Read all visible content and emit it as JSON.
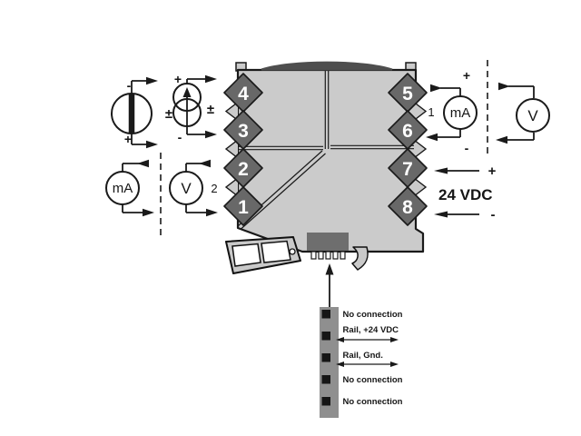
{
  "module": {
    "terminals_left": [
      "4",
      "3",
      "2",
      "1"
    ],
    "terminals_right": [
      "5",
      "6",
      "7",
      "8"
    ]
  },
  "sources": {
    "voltage_minus": "-",
    "voltage_plus": "+",
    "voltage_range": "±",
    "current_plus": "+",
    "current_minus": "-",
    "current_range": "±"
  },
  "inputs": {
    "ma_meter": "mA",
    "v_meter": "V",
    "channel": "2"
  },
  "outputs": {
    "ma_meter": "mA",
    "v_meter": "V",
    "channel": "1",
    "plus": "+",
    "minus": "-"
  },
  "supply": {
    "plus": "+",
    "label": "24 VDC",
    "minus": "-"
  },
  "pinout": {
    "labels": [
      "No connection",
      "Rail, +24 VDC",
      "Rail, Gnd.",
      "No connection",
      "No connection"
    ]
  },
  "colors": {
    "module_body": "#cbcbcb",
    "terminal_block": "#686868",
    "top_cap": "#4e4e4e",
    "connector_block": "#6e6e6e",
    "pin_strip": "#8f8f8f",
    "pin_square": "#161616",
    "line": "#1a1a1a"
  }
}
